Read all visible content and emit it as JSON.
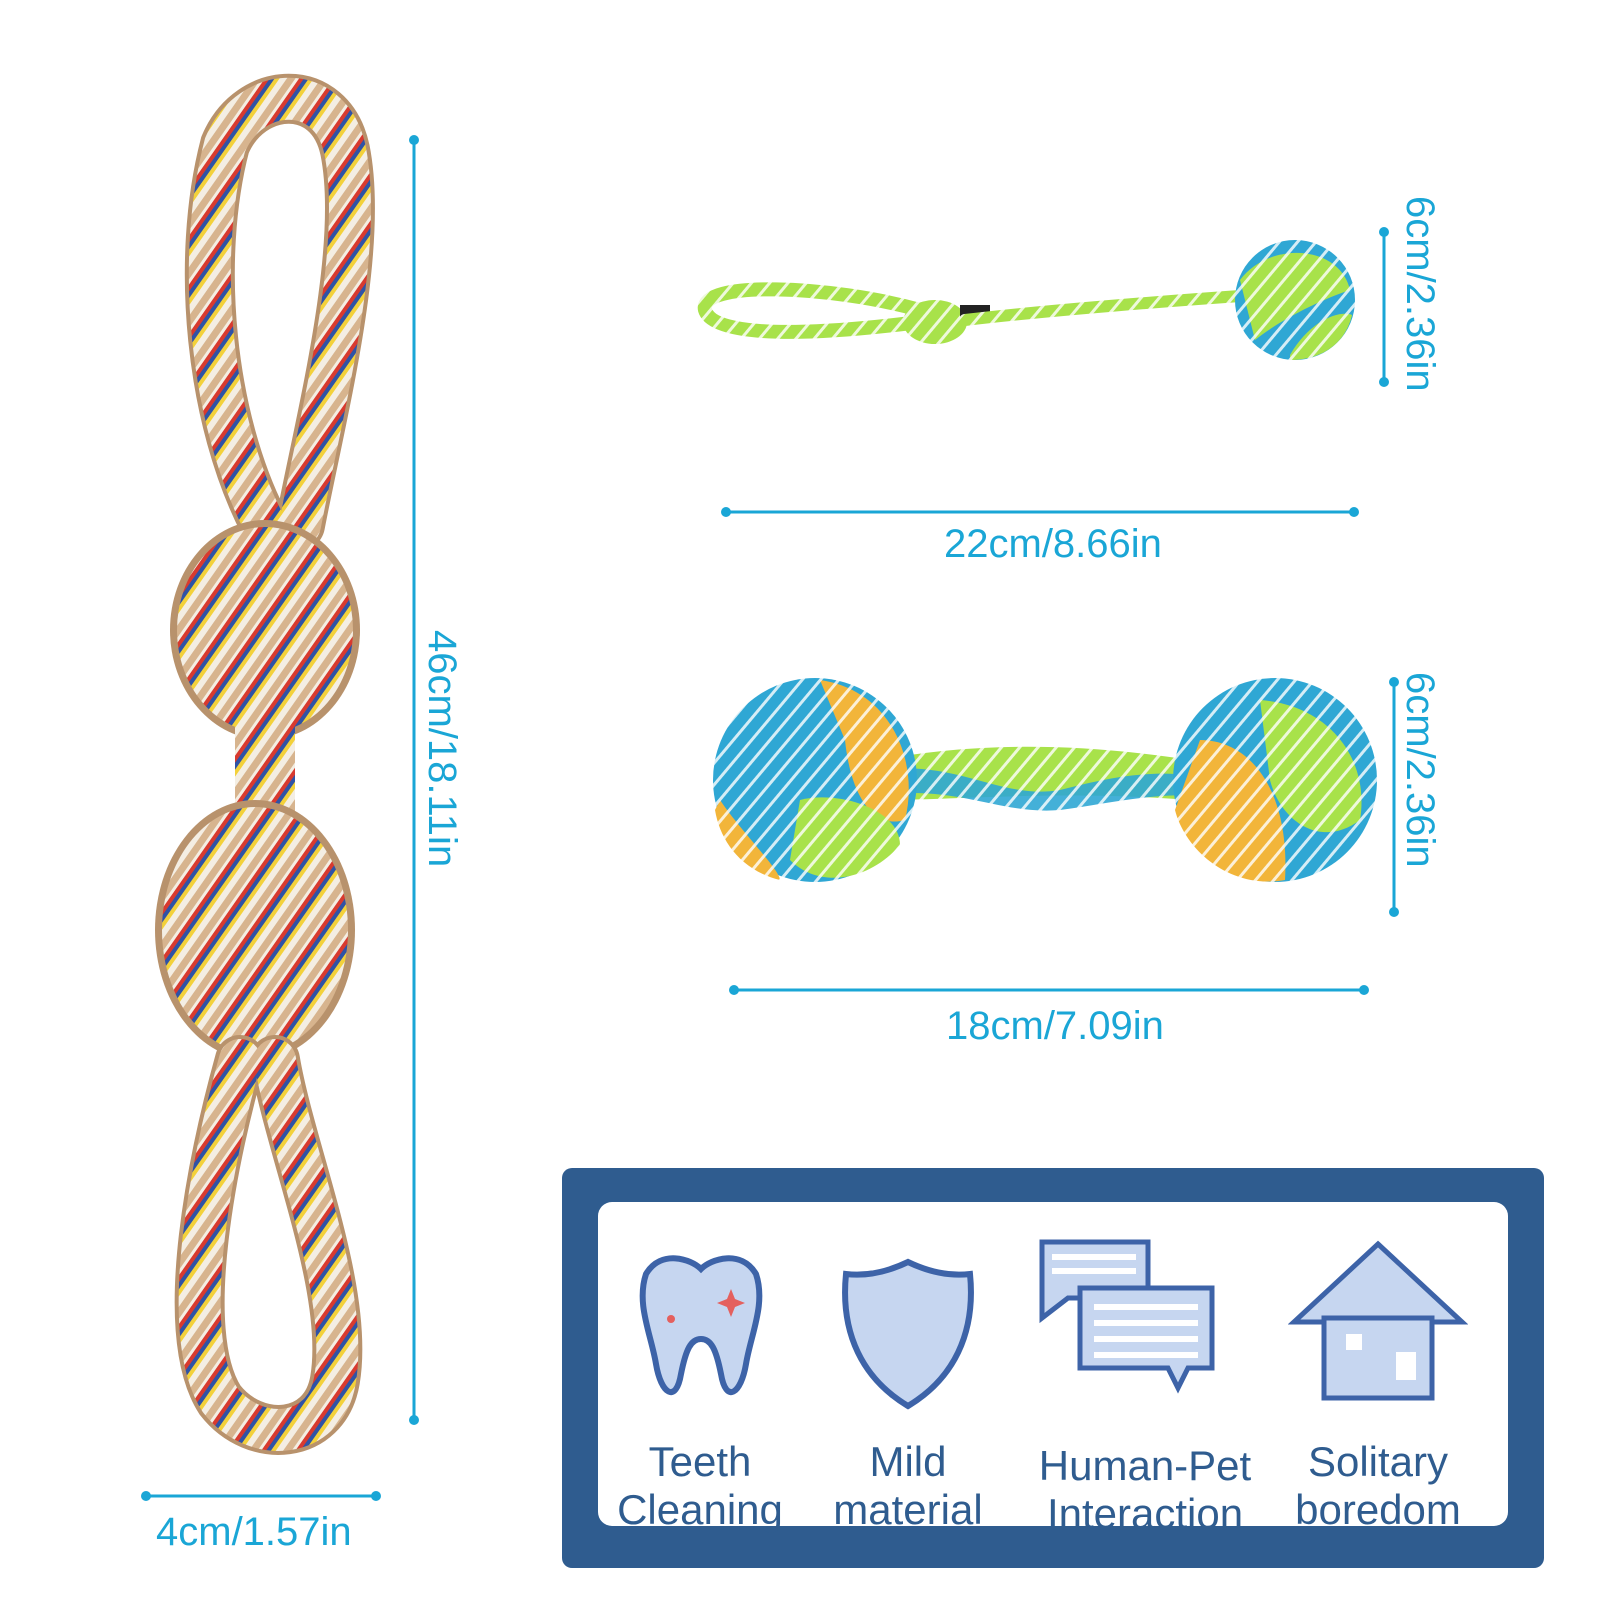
{
  "colors": {
    "accent": "#1aa6d6",
    "panel_frame": "#2f5c8f",
    "icon_fill": "#c6d6f0",
    "icon_stroke": "#3d63a8",
    "rope_tan": "#d7b48e",
    "rope_cream": "#f4eee3",
    "rope_red": "#d83a2f",
    "rope_blue": "#2f53a6",
    "rope_yellow": "#f3d13a",
    "toy_green": "#a8e24a",
    "toy_blue": "#2fa7d4",
    "toy_orange": "#f2b53a"
  },
  "dimensions": {
    "big_rope_length": "46cm/18.11in",
    "big_rope_width": "4cm/1.57in",
    "ball_rope_ball": "6cm/2.36in",
    "ball_rope_length": "22cm/8.66in",
    "dumbbell_ball": "6cm/2.36in",
    "dumbbell_length": "18cm/7.09in"
  },
  "features": [
    {
      "icon": "tooth-icon",
      "label": "Teeth\nCleaning"
    },
    {
      "icon": "shield-icon",
      "label": "Mild\nmaterial"
    },
    {
      "icon": "chat-bubbles-icon",
      "label": "Human-Pet\nInteraction"
    },
    {
      "icon": "house-icon",
      "label": "Solitary\nboredom"
    }
  ]
}
